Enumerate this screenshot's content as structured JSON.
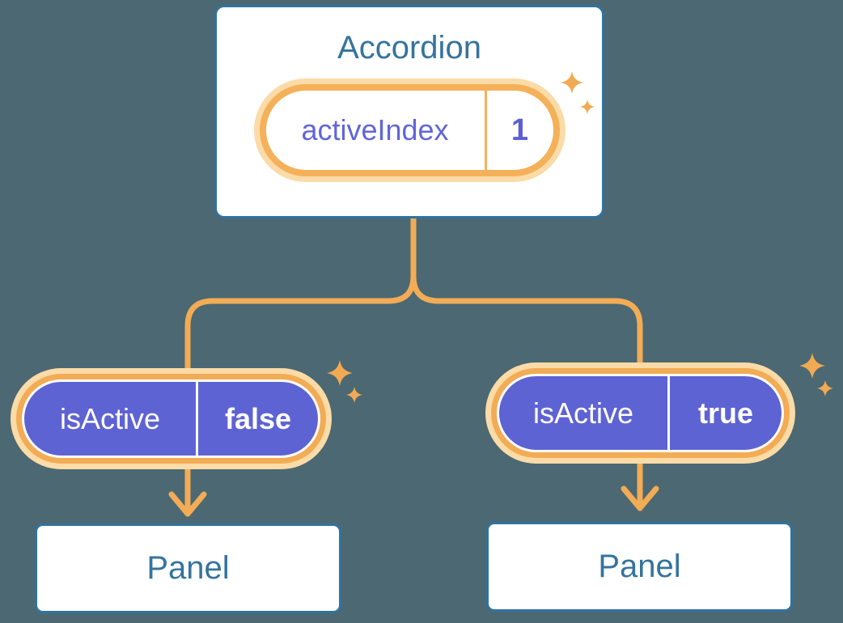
{
  "diagram": {
    "description": "React component tree showing state passed down as props",
    "background_color": "#4C6872",
    "colors": {
      "card_border_blue": "#30739F",
      "heading_text_blue": "#35749E",
      "connector_orange": "#F2AC55",
      "pill_ring_orange": "#F5B159",
      "pill_glow_orange": "#FBDBA7",
      "prop_pill_purple": "#5E63D3",
      "state_text_purple": "#6066D9",
      "sparkle_orange": "#F2AA52"
    },
    "icons": {
      "sparkle": "four-point star glint"
    },
    "root_component": {
      "title": "Accordion",
      "state_pill": {
        "name": "activeIndex",
        "value": "1"
      }
    },
    "branches": [
      {
        "prop_pill": {
          "name": "isActive",
          "value": "false"
        },
        "child_component": {
          "title": "Panel"
        }
      },
      {
        "prop_pill": {
          "name": "isActive",
          "value": "true"
        },
        "child_component": {
          "title": "Panel"
        }
      }
    ]
  }
}
